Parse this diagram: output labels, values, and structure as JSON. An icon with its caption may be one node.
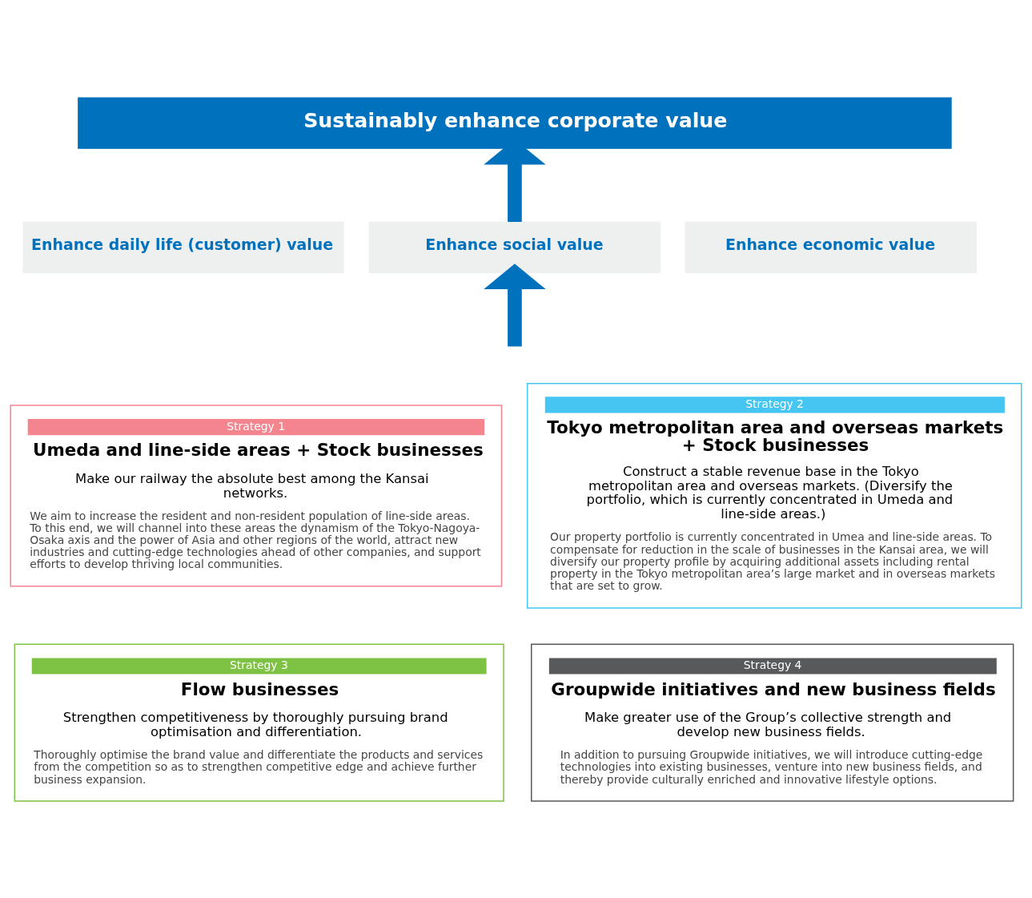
{
  "diagram": {
    "nodes": [
      {
        "text": [
          "Sustainably enhance corporate value"
        ]
      },
      {
        "text": [
          "Enhance daily life (customer) value"
        ]
      },
      {
        "text": [
          "Enhance social value"
        ]
      },
      {
        "text": [
          "Enhance economic value"
        ]
      },
      {
        "text": [
          "Strategy 1",
          "Umeda and line-side areas + Stock businesses",
          "Make our railway the absolute best among the Kansai networks.",
          "We aim to increase the resident and non-resident population of line-side areas. To this end, we will channel into these areas the dynamism of the Tokyo-Nagoya-Osaka axis and the power of Asia and other regions of the world, attract new industries and cutting-edge technologies ahead of other companies, and support efforts to develop thriving local communities."
        ]
      },
      {
        "text": [
          "Strategy 2",
          "Tokyo metropolitan area and overseas markets + Stock businesses",
          "Construct a stable revenue base in the Tokyo metropolitan area and overseas markets. (Diversify the portfolio, which is currently concentrated in Umeda and line-side areas.)",
          "Our property portfolio is currently concentrated in Umea and line-side areas. To compensate for reduction in the scale of businesses in the Kansai area, we will diversify our property profile by acquiring additional assets including rental property in the Tokyo metropolitan area’s large market and in overseas markets that are set to grow."
        ]
      },
      {
        "text": [
          "Strategy 3",
          "Flow businesses",
          "Strengthen competitiveness by thoroughly pursuing brand optimisation and differentiation.",
          "Thoroughly optimise the brand value and differentiate the products and services from the competition so as to strengthen competitive edge and achieve further business expansion."
        ]
      },
      {
        "text": [
          "Strategy 4",
          "Groupwide initiatives and new business fields",
          "Make greater use of the Group’s collective strength and develop new business fields.",
          "In addition to pursuing Groupwide initiatives, we will introduce cutting-edge technologies into existing businesses, venture into new business fields, and thereby provide culturally enriched and innovative lifestyle options."
        ]
      }
    ],
    "edges": [
      {
        "from": 2,
        "to": 0,
        "arrow": "to"
      },
      {
        "from": null,
        "to": 2,
        "arrow": "to"
      }
    ]
  }
}
